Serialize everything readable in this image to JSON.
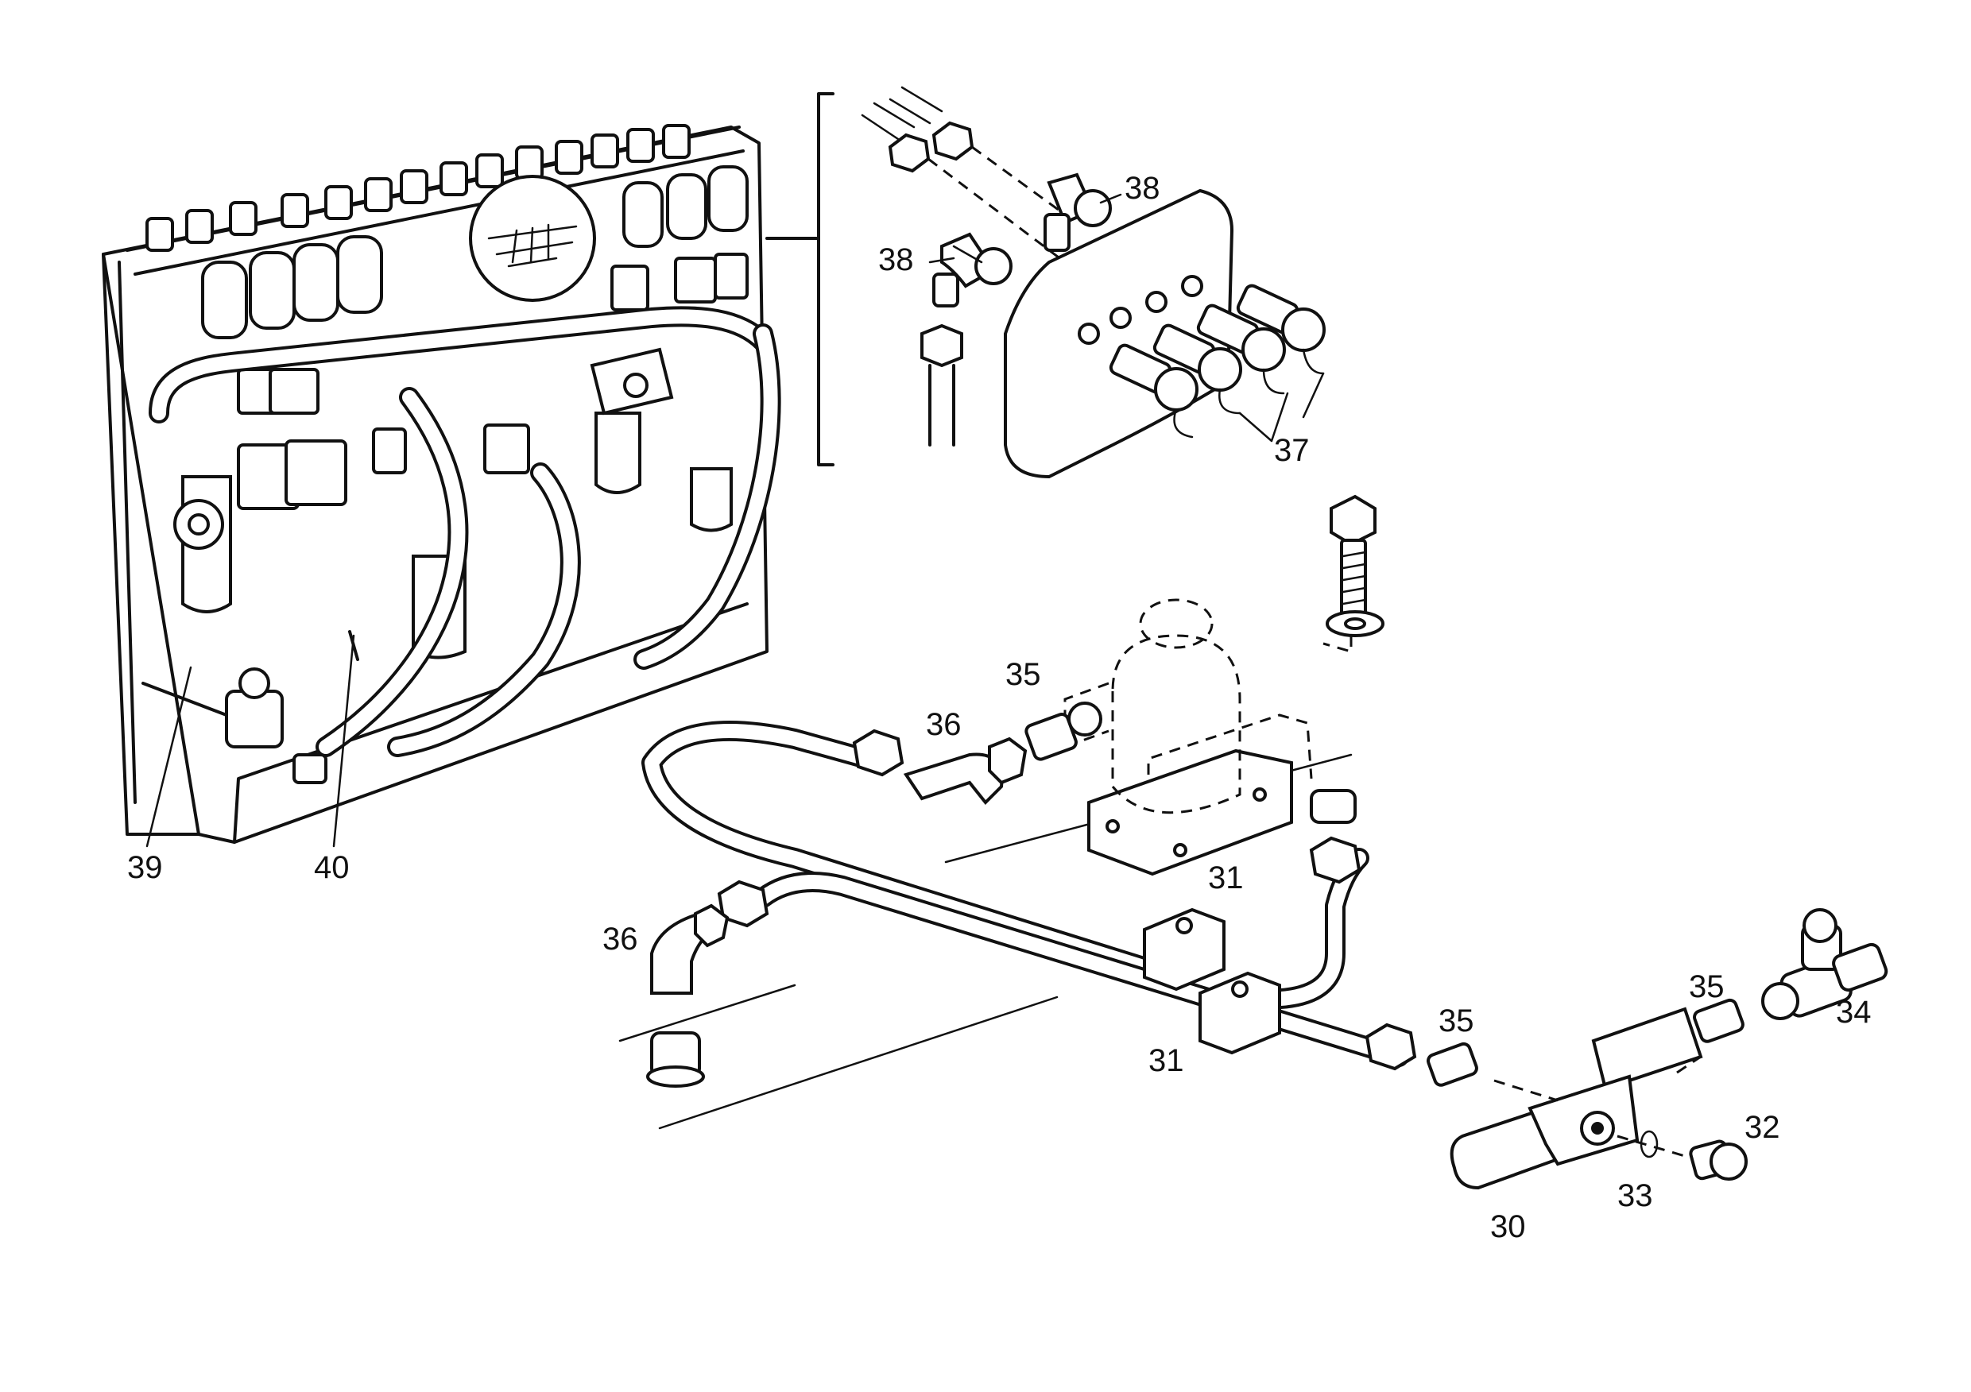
{
  "labels": {
    "l30": "30",
    "l31a": "31",
    "l31b": "31",
    "l32": "32",
    "l33": "33",
    "l34": "34",
    "l35a": "35",
    "l35b": "35",
    "l35c": "35",
    "l36a": "36",
    "l36b": "36",
    "l37": "37",
    "l38a": "38",
    "l38b": "38",
    "l39": "39",
    "l40": "40"
  }
}
